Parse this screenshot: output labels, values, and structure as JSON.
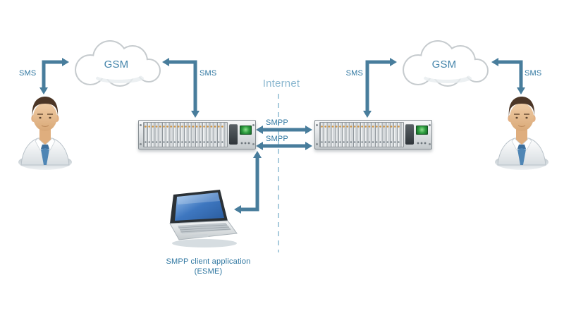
{
  "colors": {
    "arrow": "#487d9c",
    "label": "#2e76a0",
    "gsm_label": "#4585ab",
    "internet_label": "#8cb8d0",
    "dashed_line": "#a9cbdd"
  },
  "left": {
    "sms_user": "SMS",
    "gsm": "GSM",
    "sms_gateway": "SMS"
  },
  "center": {
    "internet": "Internet",
    "smpp_top": "SMPP",
    "smpp_bottom": "SMPP",
    "client_line1": "SMPP client application",
    "client_line2": "(ESME)"
  },
  "right": {
    "sms_gateway": "SMS",
    "gsm": "GSM",
    "sms_user": "SMS"
  }
}
